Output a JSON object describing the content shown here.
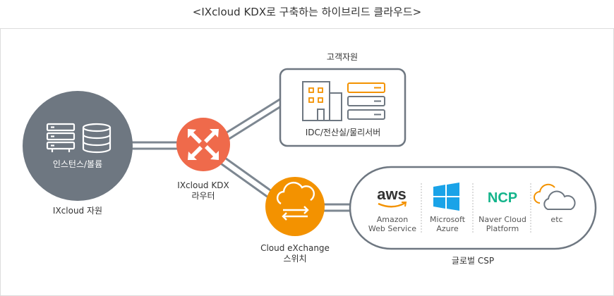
{
  "title": "<IXcloud KDX로 구축하는 하이브리드 클라우드>",
  "ixcloud": {
    "inner_label": "인스턴스/볼륨",
    "caption": "IXcloud 자원"
  },
  "router": {
    "caption_line1": "IXcloud KDX",
    "caption_line2": "라우터"
  },
  "customer": {
    "heading": "고객자원",
    "label": "IDC/전산실/물리서버"
  },
  "switch": {
    "caption_line1": "Cloud eXchange",
    "caption_line2": "스위치"
  },
  "csp": {
    "caption": "글로벌 CSP",
    "providers": [
      {
        "name": "aws",
        "line1": "Amazon",
        "line2": "Web Service",
        "icon": "aws-logo"
      },
      {
        "name": "microsoft",
        "line1": "Microsoft",
        "line2": "Azure",
        "icon": "windows-logo"
      },
      {
        "name": "naver",
        "line1": "Naver Cloud",
        "line2": "Platform",
        "logo_text": "NCP"
      },
      {
        "name": "etc",
        "line1": "etc",
        "line2": "",
        "icon": "cloud-icon"
      }
    ],
    "aws_logo_text": "aws"
  },
  "colors": {
    "gray": "#6e7781",
    "red": "#ef6a4b",
    "orange": "#f39200",
    "green": "#14b48b",
    "blue": "#1aa3e8",
    "line": "#7d8791"
  }
}
